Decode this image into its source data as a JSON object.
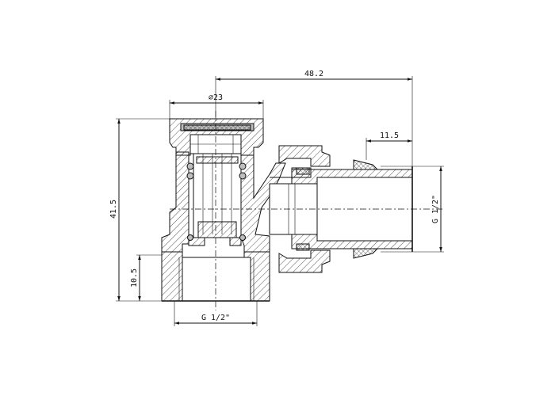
{
  "dimensions": {
    "overall_length": "48.2",
    "cap_diameter": "⌀23",
    "thread_length": "11.5",
    "overall_height": "41.5",
    "bottom_height": "10.5",
    "bottom_thread": "G 1/2\"",
    "side_thread": "G 1/2\""
  }
}
